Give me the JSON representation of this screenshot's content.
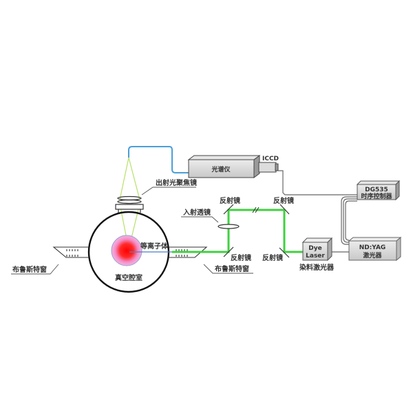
{
  "labels": {
    "spectrometer": "光谱仪",
    "iccd": "ICCD",
    "focus_lens": "出射光聚焦镜",
    "incident_lens": "入射透镜",
    "mirror_top_left": "反射镜",
    "mirror_top_right": "反射镜",
    "mirror_bottom_left": "反射镜",
    "mirror_bottom_right": "反射镜",
    "plasma": "等离子体",
    "chamber": "真空腔室",
    "brewster_left": "布鲁斯特窗",
    "brewster_right": "布鲁斯特窗",
    "dg535_model": "DG535",
    "dg535_name": "时序控制器",
    "ndyag_model": "ND:YAG",
    "ndyag_name": "激光器",
    "dye_line1": "Dye",
    "dye_line2": "Laser",
    "dye_name": "染料激光器"
  },
  "colors": {
    "laser_beam": "#3fd13f",
    "fiber": "#4a9fd8",
    "cone": "#b8e06a",
    "plasma_core": "#ff1a1a",
    "plasma_halo": "#f4a8d8"
  }
}
